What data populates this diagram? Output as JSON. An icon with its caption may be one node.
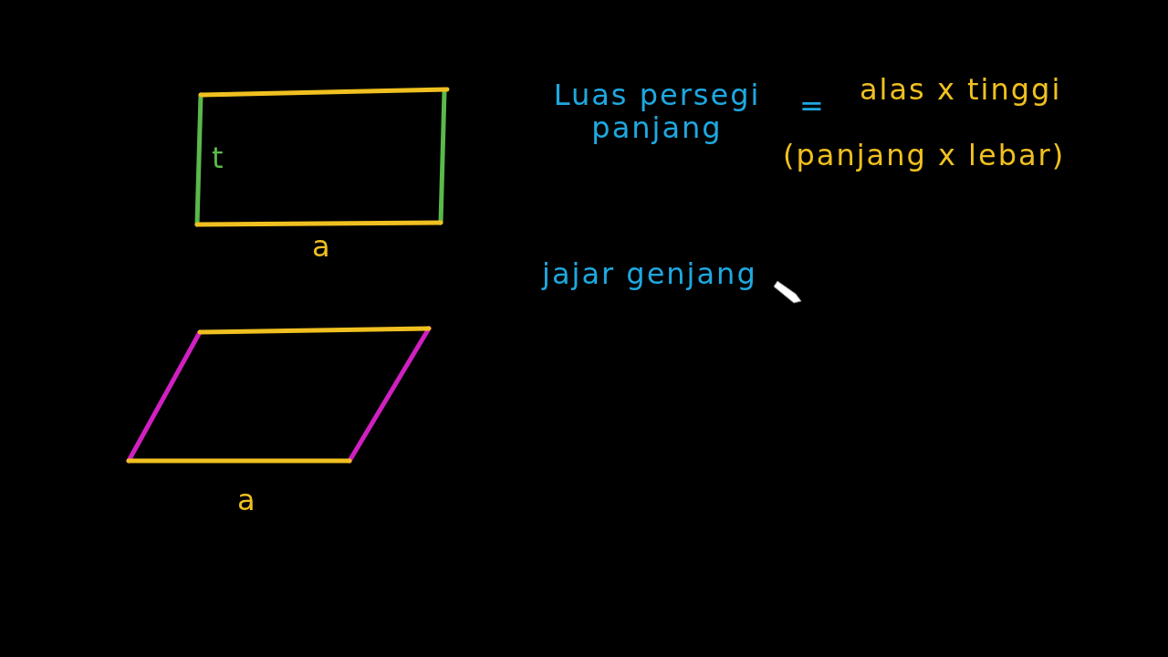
{
  "diagram": {
    "labels": [
      "t",
      "Luas persegi panjang",
      "=",
      "alas x tinggi",
      "(panjang x lebar)",
      "a",
      "jajar genjang",
      "a"
    ]
  }
}
